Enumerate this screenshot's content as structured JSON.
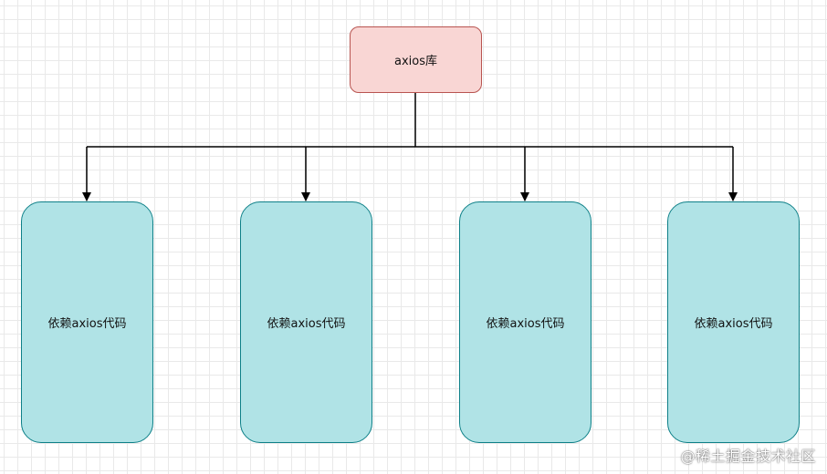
{
  "root": {
    "label": "axios库",
    "fill": "#f9d6d4",
    "stroke": "#b85450"
  },
  "children": [
    {
      "label": "依赖axios代码"
    },
    {
      "label": "依赖axios代码"
    },
    {
      "label": "依赖axios代码"
    },
    {
      "label": "依赖axios代码"
    }
  ],
  "colors": {
    "child_fill": "#b0e3e6",
    "child_stroke": "#0e8088",
    "connector": "#000000"
  },
  "watermark": "@稀土掘金技术社区"
}
